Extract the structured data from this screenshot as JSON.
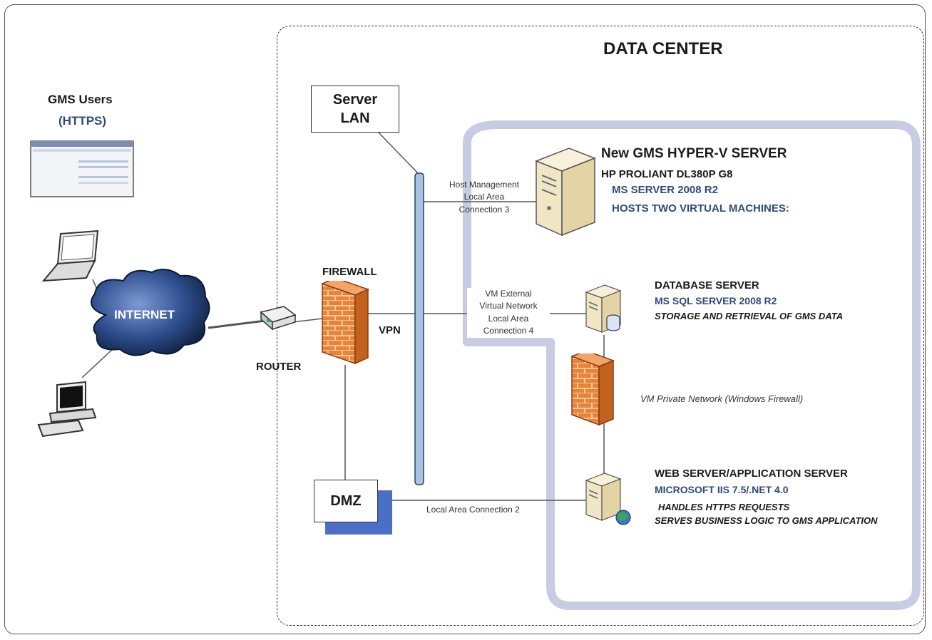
{
  "title": "DATA CENTER",
  "users": {
    "title": "GMS Users",
    "subtitle": "(HTTPS)"
  },
  "internet": {
    "label": "INTERNET"
  },
  "router": {
    "label": "ROUTER"
  },
  "firewall": {
    "label": "FIREWALL"
  },
  "vpn": {
    "label": "VPN"
  },
  "server_lan": {
    "line1": "Server",
    "line2": "LAN"
  },
  "dmz": {
    "label": "DMZ"
  },
  "connections": {
    "host_mgmt": [
      "Host Management",
      "Local Area",
      "Connection 3"
    ],
    "vm_external": [
      "VM External",
      "Virtual Network",
      "Local Area",
      "Connection 4"
    ],
    "lan2": "Local Area Connection 2",
    "vm_private": "VM Private Network (Windows Firewall)"
  },
  "hyperv": {
    "title": "New GMS HYPER-V SERVER",
    "model": "HP PROLIANT DL380P G8",
    "os": "MS SERVER 2008 R2",
    "hosts": "HOSTS TWO VIRTUAL MACHINES:"
  },
  "db": {
    "title": "DATABASE SERVER",
    "software": "MS SQL SERVER 2008 R2",
    "desc": "STORAGE AND RETRIEVAL OF GMS DATA"
  },
  "web": {
    "title": "WEB SERVER/APPLICATION SERVER",
    "software": "MICROSOFT IIS 7.5/.NET 4.0",
    "desc1": "HANDLES HTTPS REQUESTS",
    "desc2": "SERVES BUSINESS LOGIC TO GMS APPLICATION"
  },
  "colors": {
    "accent_blue": "#2e4a7a",
    "firewall": "#e8833a",
    "hyperv_frame": "#c9cbe3",
    "lan_bar": "#a9c4e0",
    "dmz_shadow": "#4a6fc4"
  }
}
